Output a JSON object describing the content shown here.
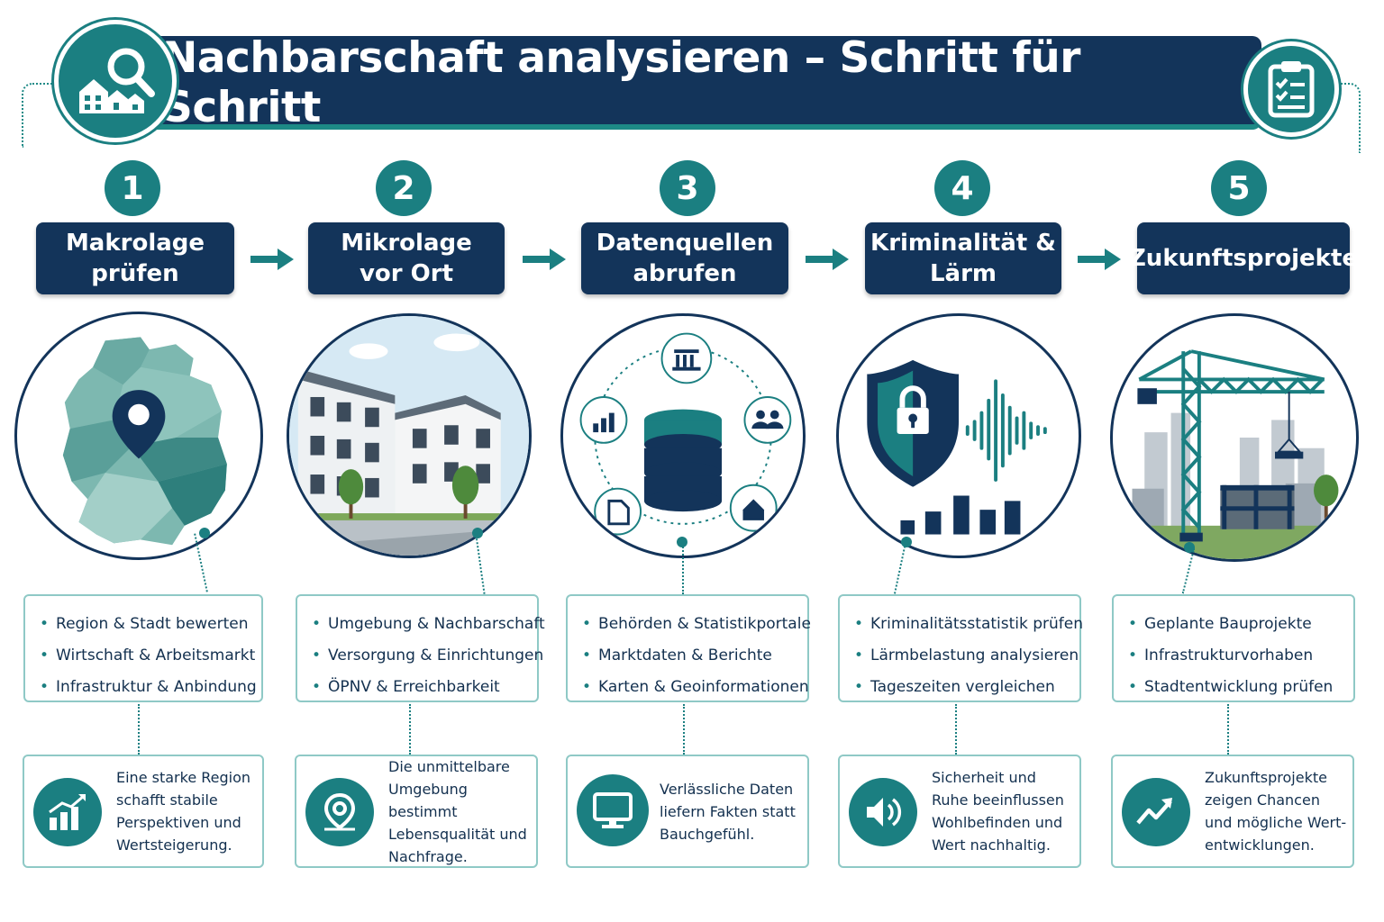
{
  "header": {
    "title": "Nachbarschaft analysieren – Schritt für Schritt",
    "left_icon": "house-magnifier-icon",
    "right_icon": "clipboard-checklist-icon"
  },
  "colors": {
    "navy": "#13345a",
    "teal": "#1b7f81",
    "light_teal": "#8fc9c6"
  },
  "steps": [
    {
      "number": "1",
      "title": "Makrolage\nprüfen",
      "illustration": "germany-map-pin",
      "bullets": [
        "Region & Stadt bewerten",
        "Wirtschaft & Arbeitsmarkt",
        "Infrastruktur & Anbindung"
      ],
      "summary_icon": "bar-chart-growth-icon",
      "summary": "Eine starke Region schafft stabile Perspektiven und Wertsteigerung."
    },
    {
      "number": "2",
      "title": "Mikrolage\nvor Ort",
      "illustration": "residential-street",
      "bullets": [
        "Umgebung & Nachbarschaft",
        "Versorgung & Einrichtungen",
        "ÖPNV & Erreichbarkeit"
      ],
      "summary_icon": "location-pin-icon",
      "summary": "Die unmittelbare Umgebung bestimmt Lebensqualität und Nachfrage."
    },
    {
      "number": "3",
      "title": "Datenquellen\nabrufen",
      "illustration": "database-sources",
      "bullets": [
        "Behörden & Statistikportale",
        "Marktdaten & Berichte",
        "Karten & Geoinformationen"
      ],
      "summary_icon": "monitor-icon",
      "summary": "Verlässliche Daten liefern Fakten statt Bauchgefühl."
    },
    {
      "number": "4",
      "title": "Kriminalität &\nLärm",
      "illustration": "shield-lock-soundwave",
      "bullets": [
        "Kriminalitätsstatistik prüfen",
        "Lärmbelastung analysieren",
        "Tageszeiten vergleichen"
      ],
      "summary_icon": "speaker-icon",
      "summary": "Sicherheit und Ruhe beeinflussen Wohlbefinden und Wert nachhaltig."
    },
    {
      "number": "5",
      "title": "Zukunftsprojekte",
      "illustration": "construction-crane",
      "bullets": [
        "Geplante Bauprojekte",
        "Infrastrukturvorhaben",
        "Stadtentwicklung prüfen"
      ],
      "summary_icon": "trend-up-icon",
      "summary": "Zukunftsprojekte zeigen Chancen und mögliche Wert-entwicklungen."
    }
  ]
}
